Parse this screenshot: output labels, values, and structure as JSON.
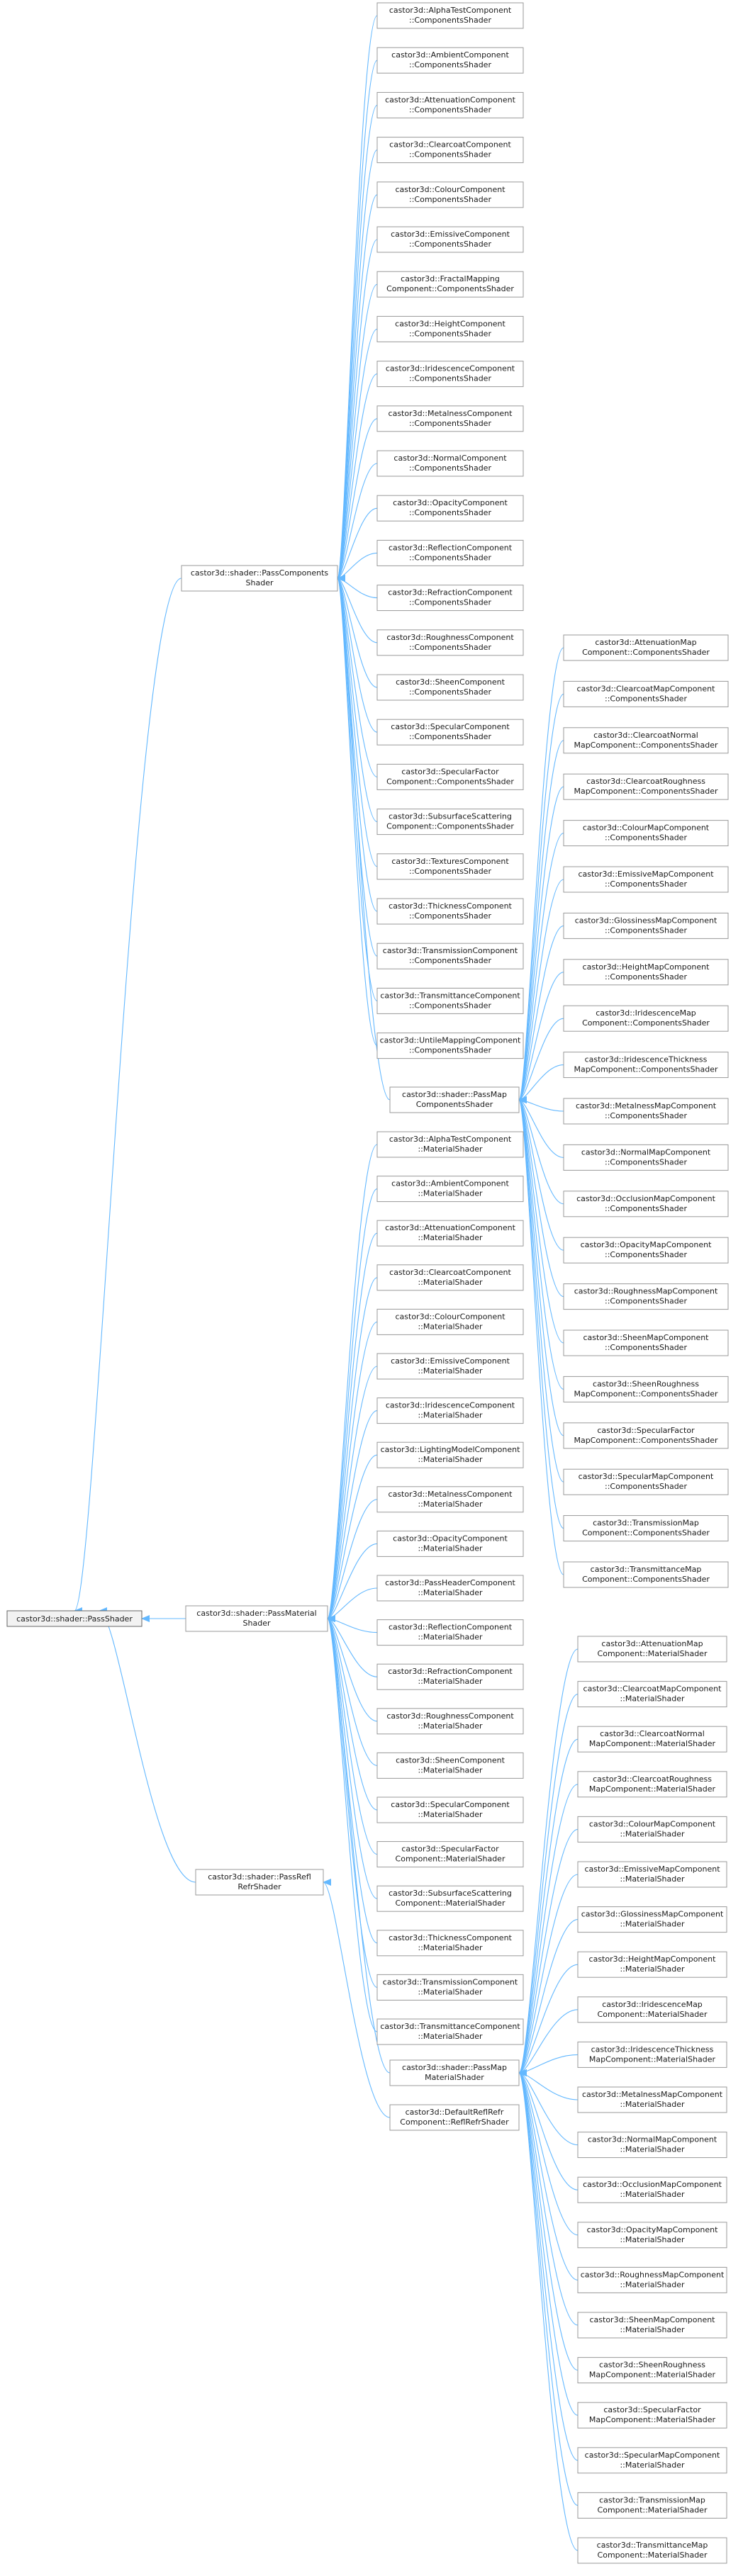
{
  "root": [
    "castor3d::shader::PassShader"
  ],
  "pass_components": [
    "castor3d::shader::PassComponents",
    "Shader"
  ],
  "pass_material": [
    "castor3d::shader::PassMaterial",
    "Shader"
  ],
  "pass_refl_refr": [
    "castor3d::shader::PassRefl",
    "RefrShader"
  ],
  "pass_map_components": [
    "castor3d::shader::PassMap",
    "ComponentsShader"
  ],
  "pass_map_material": [
    "castor3d::shader::PassMap",
    "MaterialShader"
  ],
  "components_shaders": [
    [
      "castor3d::AlphaTestComponent",
      "::ComponentsShader"
    ],
    [
      "castor3d::AmbientComponent",
      "::ComponentsShader"
    ],
    [
      "castor3d::AttenuationComponent",
      "::ComponentsShader"
    ],
    [
      "castor3d::ClearcoatComponent",
      "::ComponentsShader"
    ],
    [
      "castor3d::ColourComponent",
      "::ComponentsShader"
    ],
    [
      "castor3d::EmissiveComponent",
      "::ComponentsShader"
    ],
    [
      "castor3d::FractalMapping",
      "Component::ComponentsShader"
    ],
    [
      "castor3d::HeightComponent",
      "::ComponentsShader"
    ],
    [
      "castor3d::IridescenceComponent",
      "::ComponentsShader"
    ],
    [
      "castor3d::MetalnessComponent",
      "::ComponentsShader"
    ],
    [
      "castor3d::NormalComponent",
      "::ComponentsShader"
    ],
    [
      "castor3d::OpacityComponent",
      "::ComponentsShader"
    ],
    [
      "castor3d::ReflectionComponent",
      "::ComponentsShader"
    ],
    [
      "castor3d::RefractionComponent",
      "::ComponentsShader"
    ],
    [
      "castor3d::RoughnessComponent",
      "::ComponentsShader"
    ],
    [
      "castor3d::SheenComponent",
      "::ComponentsShader"
    ],
    [
      "castor3d::SpecularComponent",
      "::ComponentsShader"
    ],
    [
      "castor3d::SpecularFactor",
      "Component::ComponentsShader"
    ],
    [
      "castor3d::SubsurfaceScattering",
      "Component::ComponentsShader"
    ],
    [
      "castor3d::TexturesComponent",
      "::ComponentsShader"
    ],
    [
      "castor3d::ThicknessComponent",
      "::ComponentsShader"
    ],
    [
      "castor3d::TransmissionComponent",
      "::ComponentsShader"
    ],
    [
      "castor3d::TransmittanceComponent",
      "::ComponentsShader"
    ],
    [
      "castor3d::UntileMappingComponent",
      "::ComponentsShader"
    ]
  ],
  "map_components_shaders": [
    [
      "castor3d::AttenuationMap",
      "Component::ComponentsShader"
    ],
    [
      "castor3d::ClearcoatMapComponent",
      "::ComponentsShader"
    ],
    [
      "castor3d::ClearcoatNormal",
      "MapComponent::ComponentsShader"
    ],
    [
      "castor3d::ClearcoatRoughness",
      "MapComponent::ComponentsShader"
    ],
    [
      "castor3d::ColourMapComponent",
      "::ComponentsShader"
    ],
    [
      "castor3d::EmissiveMapComponent",
      "::ComponentsShader"
    ],
    [
      "castor3d::GlossinessMapComponent",
      "::ComponentsShader"
    ],
    [
      "castor3d::HeightMapComponent",
      "::ComponentsShader"
    ],
    [
      "castor3d::IridescenceMap",
      "Component::ComponentsShader"
    ],
    [
      "castor3d::IridescenceThickness",
      "MapComponent::ComponentsShader"
    ],
    [
      "castor3d::MetalnessMapComponent",
      "::ComponentsShader"
    ],
    [
      "castor3d::NormalMapComponent",
      "::ComponentsShader"
    ],
    [
      "castor3d::OcclusionMapComponent",
      "::ComponentsShader"
    ],
    [
      "castor3d::OpacityMapComponent",
      "::ComponentsShader"
    ],
    [
      "castor3d::RoughnessMapComponent",
      "::ComponentsShader"
    ],
    [
      "castor3d::SheenMapComponent",
      "::ComponentsShader"
    ],
    [
      "castor3d::SheenRoughness",
      "MapComponent::ComponentsShader"
    ],
    [
      "castor3d::SpecularFactor",
      "MapComponent::ComponentsShader"
    ],
    [
      "castor3d::SpecularMapComponent",
      "::ComponentsShader"
    ],
    [
      "castor3d::TransmissionMap",
      "Component::ComponentsShader"
    ],
    [
      "castor3d::TransmittanceMap",
      "Component::ComponentsShader"
    ]
  ],
  "material_shaders": [
    [
      "castor3d::AlphaTestComponent",
      "::MaterialShader"
    ],
    [
      "castor3d::AmbientComponent",
      "::MaterialShader"
    ],
    [
      "castor3d::AttenuationComponent",
      "::MaterialShader"
    ],
    [
      "castor3d::ClearcoatComponent",
      "::MaterialShader"
    ],
    [
      "castor3d::ColourComponent",
      "::MaterialShader"
    ],
    [
      "castor3d::EmissiveComponent",
      "::MaterialShader"
    ],
    [
      "castor3d::IridescenceComponent",
      "::MaterialShader"
    ],
    [
      "castor3d::LightingModelComponent",
      "::MaterialShader"
    ],
    [
      "castor3d::MetalnessComponent",
      "::MaterialShader"
    ],
    [
      "castor3d::OpacityComponent",
      "::MaterialShader"
    ],
    [
      "castor3d::PassHeaderComponent",
      "::MaterialShader"
    ],
    [
      "castor3d::ReflectionComponent",
      "::MaterialShader"
    ],
    [
      "castor3d::RefractionComponent",
      "::MaterialShader"
    ],
    [
      "castor3d::RoughnessComponent",
      "::MaterialShader"
    ],
    [
      "castor3d::SheenComponent",
      "::MaterialShader"
    ],
    [
      "castor3d::SpecularComponent",
      "::MaterialShader"
    ],
    [
      "castor3d::SpecularFactor",
      "Component::MaterialShader"
    ],
    [
      "castor3d::SubsurfaceScattering",
      "Component::MaterialShader"
    ],
    [
      "castor3d::ThicknessComponent",
      "::MaterialShader"
    ],
    [
      "castor3d::TransmissionComponent",
      "::MaterialShader"
    ],
    [
      "castor3d::TransmittanceComponent",
      "::MaterialShader"
    ]
  ],
  "map_material_shaders": [
    [
      "castor3d::AttenuationMap",
      "Component::MaterialShader"
    ],
    [
      "castor3d::ClearcoatMapComponent",
      "::MaterialShader"
    ],
    [
      "castor3d::ClearcoatNormal",
      "MapComponent::MaterialShader"
    ],
    [
      "castor3d::ClearcoatRoughness",
      "MapComponent::MaterialShader"
    ],
    [
      "castor3d::ColourMapComponent",
      "::MaterialShader"
    ],
    [
      "castor3d::EmissiveMapComponent",
      "::MaterialShader"
    ],
    [
      "castor3d::GlossinessMapComponent",
      "::MaterialShader"
    ],
    [
      "castor3d::HeightMapComponent",
      "::MaterialShader"
    ],
    [
      "castor3d::IridescenceMap",
      "Component::MaterialShader"
    ],
    [
      "castor3d::IridescenceThickness",
      "MapComponent::MaterialShader"
    ],
    [
      "castor3d::MetalnessMapComponent",
      "::MaterialShader"
    ],
    [
      "castor3d::NormalMapComponent",
      "::MaterialShader"
    ],
    [
      "castor3d::OcclusionMapComponent",
      "::MaterialShader"
    ],
    [
      "castor3d::OpacityMapComponent",
      "::MaterialShader"
    ],
    [
      "castor3d::RoughnessMapComponent",
      "::MaterialShader"
    ],
    [
      "castor3d::SheenMapComponent",
      "::MaterialShader"
    ],
    [
      "castor3d::SheenRoughness",
      "MapComponent::MaterialShader"
    ],
    [
      "castor3d::SpecularFactor",
      "MapComponent::MaterialShader"
    ],
    [
      "castor3d::SpecularMapComponent",
      "::MaterialShader"
    ],
    [
      "castor3d::TransmissionMap",
      "Component::MaterialShader"
    ],
    [
      "castor3d::TransmittanceMap",
      "Component::MaterialShader"
    ]
  ],
  "refl_refr_shaders": [
    [
      "castor3d::DefaultReflRefr",
      "Component::ReflRefrShader"
    ]
  ],
  "colors": {
    "edge": "#63b8ff",
    "border": "#999999",
    "root_fill": "#f2f2f2"
  }
}
